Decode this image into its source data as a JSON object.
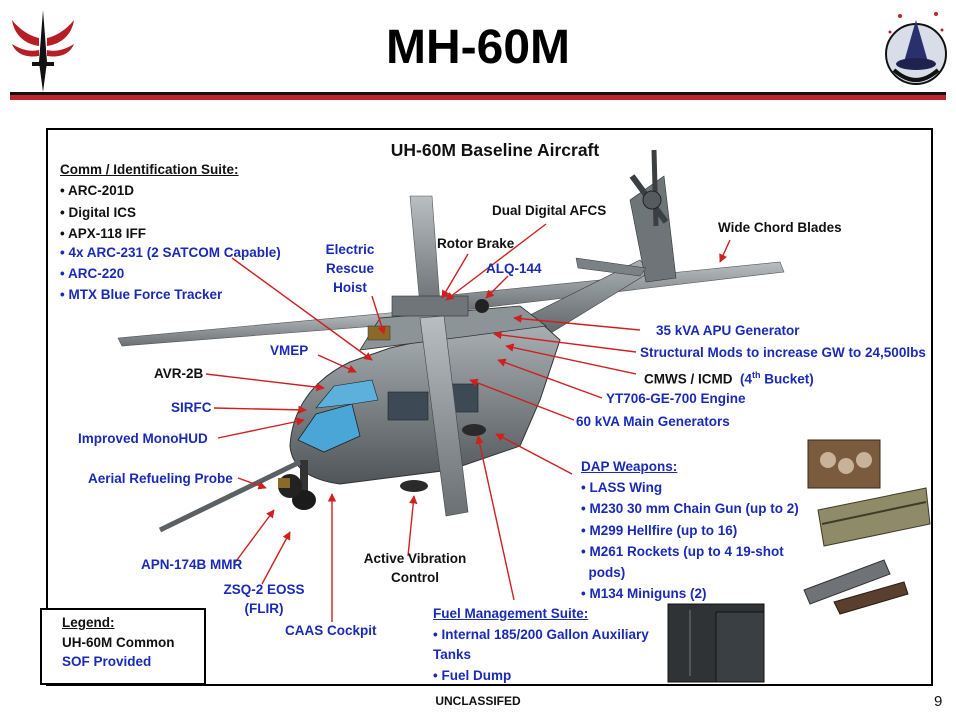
{
  "slide": {
    "title": "MH-60M",
    "classification": "UNCLASSIFED",
    "page_number": "9"
  },
  "diagram": {
    "title": "UH-60M Baseline Aircraft"
  },
  "comm_suite": {
    "header": "Comm / Identification Suite:",
    "items_common": [
      "• ARC-201D",
      "• Digital ICS",
      "• APX-118 IFF"
    ],
    "items_sof": [
      "• 4x ARC-231 (2 SATCOM Capable)",
      "• ARC-220",
      "•  MTX Blue Force Tracker"
    ]
  },
  "callouts": {
    "dual_afcs": "Dual Digital AFCS",
    "wide_chord": "Wide Chord Blades",
    "rotor_brake": "Rotor Brake",
    "alq144": "ALQ-144",
    "hoist_l1": "Electric",
    "hoist_l2": "Rescue",
    "hoist_l3": "Hoist",
    "apu": "35 kVA APU Generator",
    "structural": "Structural Mods to increase GW to 24,500lbs",
    "cmws": "CMWS / ICMD",
    "cmws_bucket": "(4",
    "cmws_sup": "th",
    "cmws_bucket_end": " Bucket)",
    "engine": "YT706-GE-700 Engine",
    "generators": "60 kVA Main Generators",
    "vmep": "VMEP",
    "avr2b": "AVR-2B",
    "sirfc": "SIRFC",
    "monohud": "Improved MonoHUD",
    "refuel_probe": "Aerial Refueling Probe",
    "apn174b": "APN-174B MMR",
    "zsq2_l1": "ZSQ-2 EOSS",
    "zsq2_l2": "(FLIR)",
    "caas": "CAAS Cockpit",
    "avc_l1": "Active Vibration",
    "avc_l2": "Control"
  },
  "dap": {
    "header": "DAP Weapons:",
    "items": [
      "• LASS Wing",
      "• M230 30 mm Chain Gun (up to 2)",
      "• M299 Hellfire (up to 16)",
      "• M261 Rockets (up to 4 19-shot",
      "  pods)",
      "• M134 Miniguns (2)"
    ]
  },
  "fuel": {
    "header": "Fuel Management Suite:",
    "items": [
      "• Internal 185/200 Gallon Auxiliary",
      "Tanks",
      "• Fuel Dump"
    ]
  },
  "legend": {
    "header": "Legend:",
    "common": "UH-60M Common",
    "sof": "SOF Provided"
  },
  "colors": {
    "accent_red": "#c0242b",
    "sof_blue": "#1a2ab8",
    "arrow_red": "#d01f1f",
    "airframe_gray": "#8c9396"
  }
}
